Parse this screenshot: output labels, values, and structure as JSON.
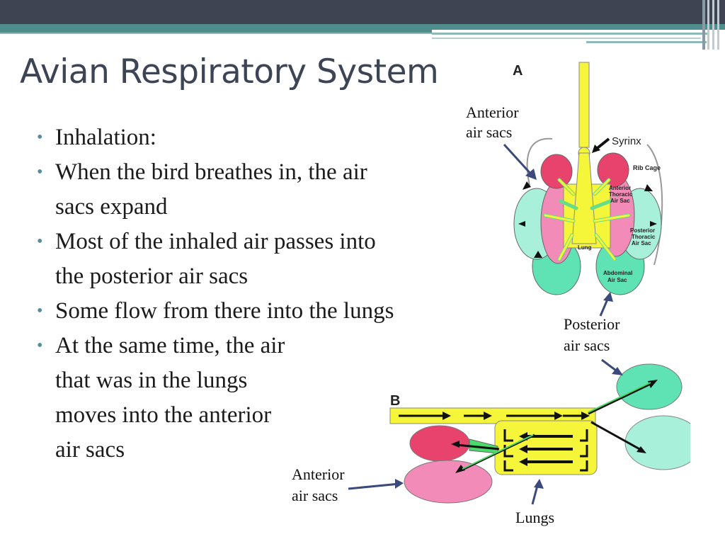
{
  "slide": {
    "title": "Avian Respiratory System",
    "bullets": [
      "Inhalation:",
      "When the bird breathes in, the air",
      "sacs expand",
      "Most of the inhaled air passes into",
      "the posterior air sacs",
      "Some flow from there into the lungs",
      "At the same time, the air",
      "that was in the lungs",
      "moves into the anterior",
      "air sacs"
    ]
  },
  "diagram_a": {
    "letter": "A",
    "labels": {
      "syrinx": "Syrinx",
      "rib_cage": "Rib Cage",
      "anterior_thoracic_1": "Anterior",
      "anterior_thoracic_2": "Thoracic",
      "anterior_thoracic_3": "Air Sac",
      "posterior_thoracic_1": "Posterior",
      "posterior_thoracic_2": "Thoracic",
      "posterior_thoracic_3": "Air Sac",
      "lung": "Lung",
      "abdominal_1": "Abdominal",
      "abdominal_2": "Air Sac"
    }
  },
  "diagram_b": {
    "letter": "B"
  },
  "callouts": {
    "anterior_top_1": "Anterior",
    "anterior_top_2": "air sacs",
    "posterior_1": "Posterior",
    "posterior_2": "air sacs",
    "anterior_bottom_1": "Anterior",
    "anterior_bottom_2": "air sacs",
    "lungs": "Lungs"
  },
  "colors": {
    "header_dark": "#3f4452",
    "header_teal": "#4f8d8d",
    "title": "#3d4454",
    "trachea_yellow": "#f5f53a",
    "anterior_red": "#e8436c",
    "anterior_pink": "#f28bb7",
    "posterior_mint": "#a9f0da",
    "abdominal_teal": "#5fe2b4",
    "arrow_blue": "#3b4a7a"
  }
}
